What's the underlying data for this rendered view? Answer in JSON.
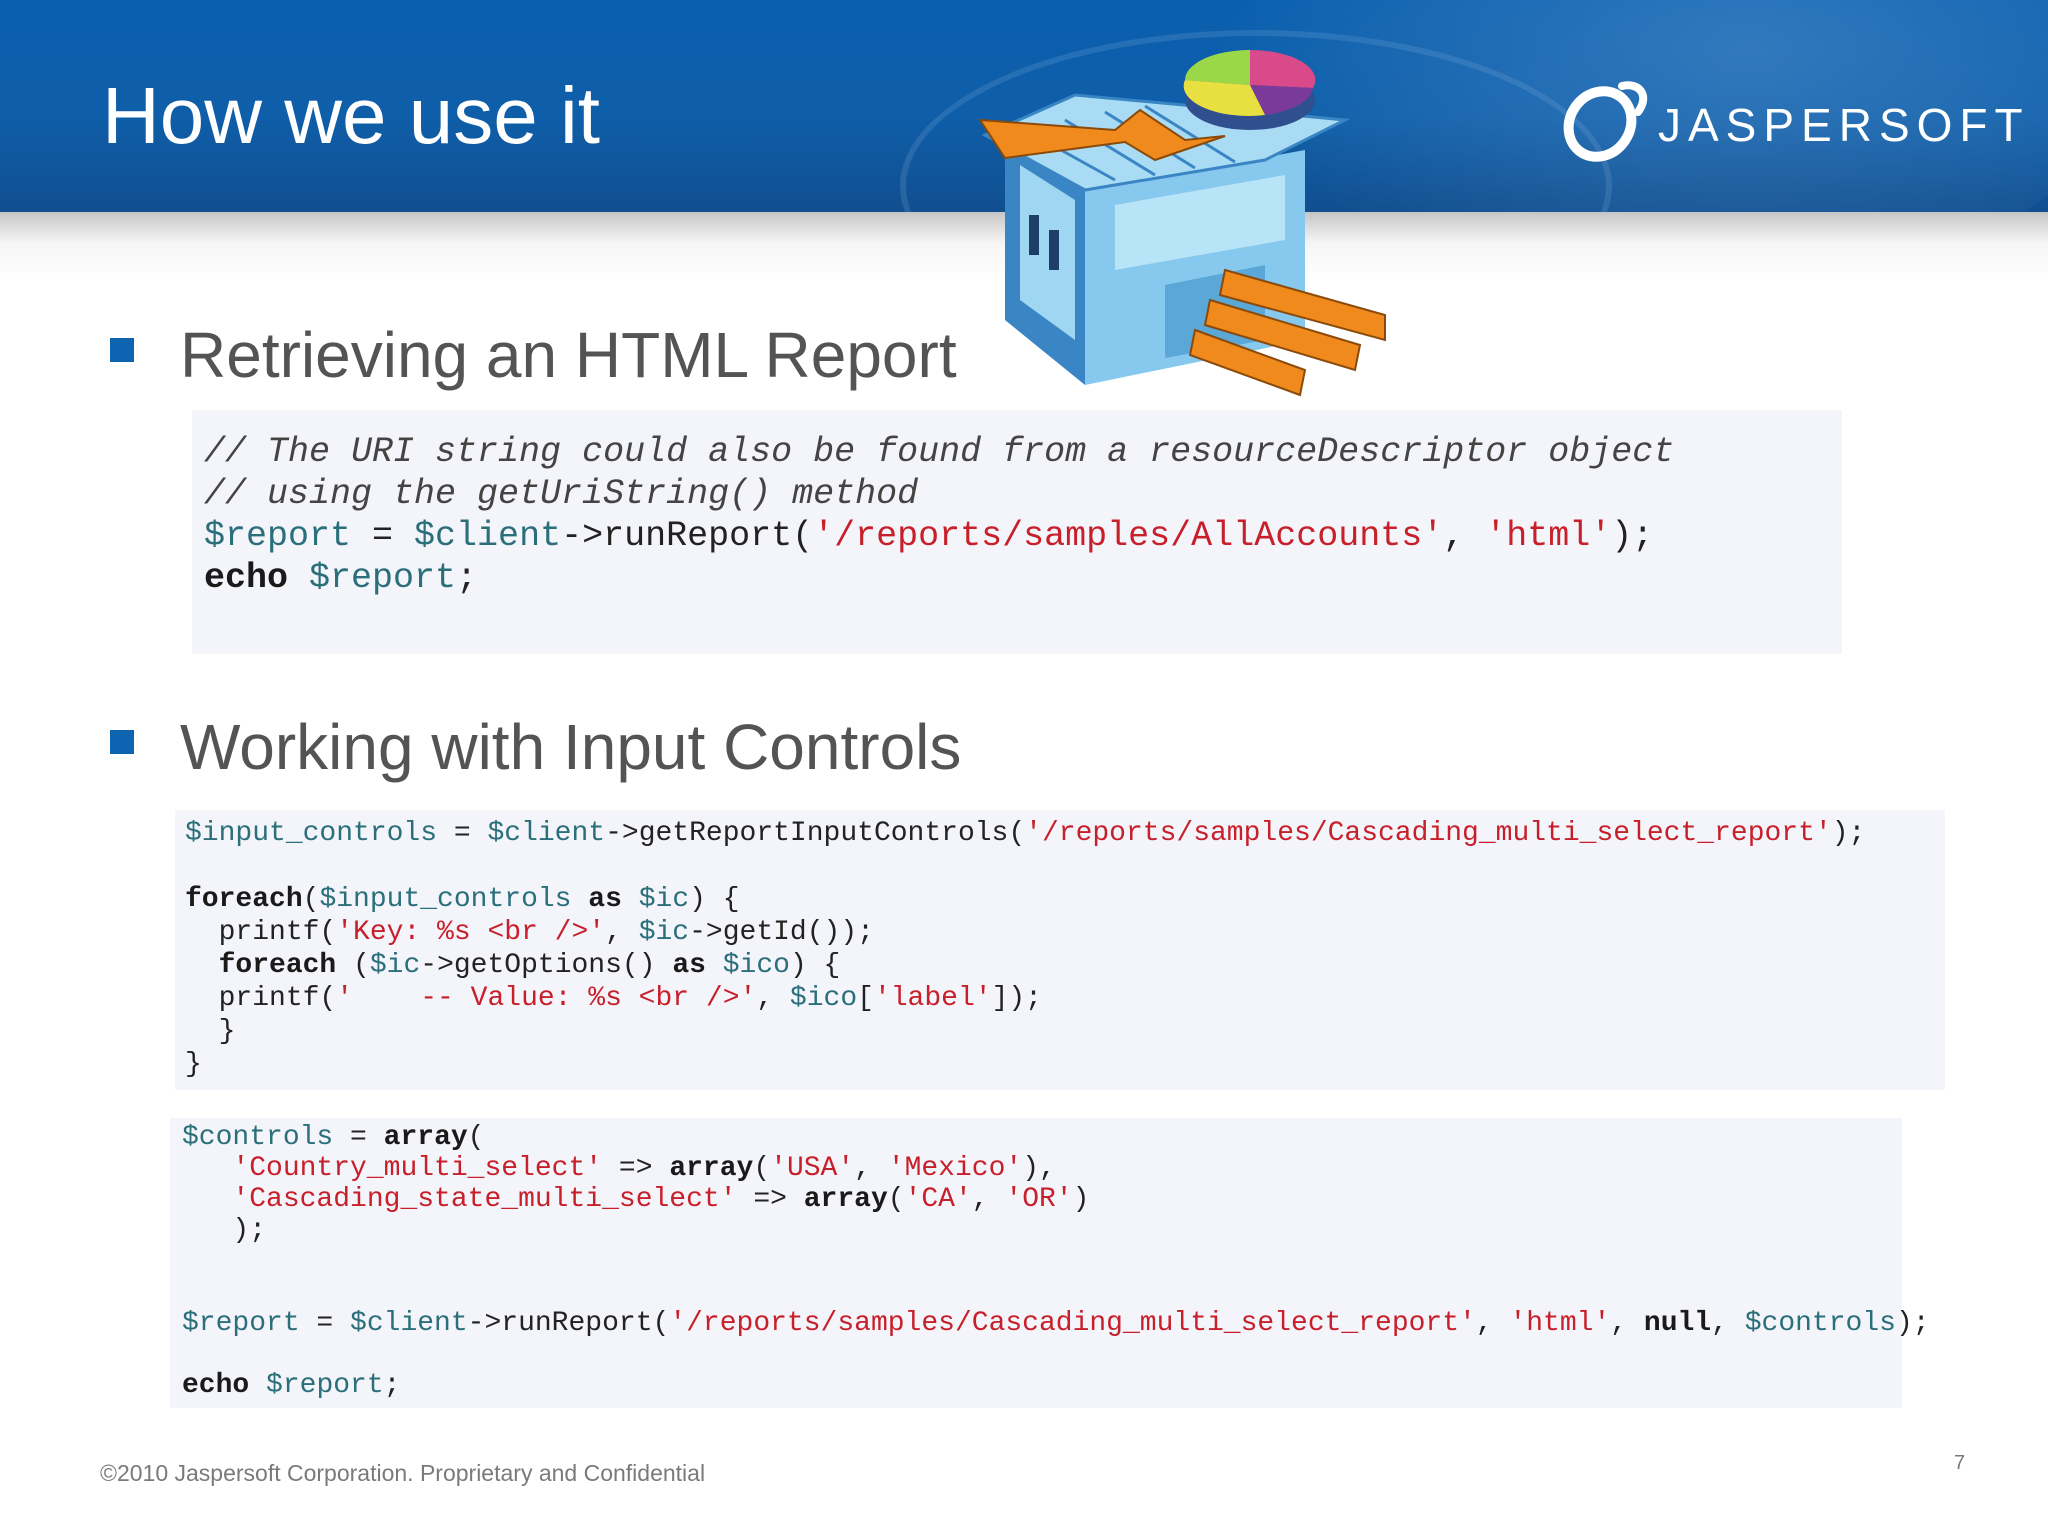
{
  "slide": {
    "title": "How we use it",
    "logo_text": "JASPERSOFT",
    "bullets": [
      {
        "label": "Retrieving an HTML Report"
      },
      {
        "label": "Working with Input Controls"
      }
    ],
    "code_block_1": {
      "lines": [
        [
          {
            "t": "// The URI string could also be found from a resourceDescriptor object",
            "c": "cmt"
          }
        ],
        [
          {
            "t": "// using the getUriString() method",
            "c": "cmt"
          }
        ],
        [
          {
            "t": "$report",
            "c": "var"
          },
          {
            "t": " = ",
            "c": "plain"
          },
          {
            "t": "$client",
            "c": "var"
          },
          {
            "t": "->runReport(",
            "c": "plain"
          },
          {
            "t": "'/reports/samples/AllAccounts'",
            "c": "str"
          },
          {
            "t": ", ",
            "c": "plain"
          },
          {
            "t": "'html'",
            "c": "str"
          },
          {
            "t": ");",
            "c": "plain"
          }
        ],
        [
          {
            "t": "echo",
            "c": "kw"
          },
          {
            "t": " ",
            "c": "plain"
          },
          {
            "t": "$report",
            "c": "var"
          },
          {
            "t": ";",
            "c": "plain"
          }
        ]
      ]
    },
    "code_block_2": {
      "lines": [
        [
          {
            "t": "$input_controls",
            "c": "var"
          },
          {
            "t": " = ",
            "c": "plain"
          },
          {
            "t": "$client",
            "c": "var"
          },
          {
            "t": "->getReportInputControls(",
            "c": "plain"
          },
          {
            "t": "'/reports/samples/Cascading_multi_select_report'",
            "c": "str"
          },
          {
            "t": ");",
            "c": "plain"
          }
        ],
        [],
        [
          {
            "t": "foreach",
            "c": "kw"
          },
          {
            "t": "(",
            "c": "plain"
          },
          {
            "t": "$input_controls",
            "c": "var"
          },
          {
            "t": " ",
            "c": "plain"
          },
          {
            "t": "as",
            "c": "kw"
          },
          {
            "t": " ",
            "c": "plain"
          },
          {
            "t": "$ic",
            "c": "var"
          },
          {
            "t": ") {",
            "c": "plain"
          }
        ],
        [
          {
            "t": "  printf(",
            "c": "plain"
          },
          {
            "t": "'Key: %s <br />'",
            "c": "str"
          },
          {
            "t": ", ",
            "c": "plain"
          },
          {
            "t": "$ic",
            "c": "var"
          },
          {
            "t": "->getId());",
            "c": "plain"
          }
        ],
        [
          {
            "t": "  ",
            "c": "plain"
          },
          {
            "t": "foreach",
            "c": "kw"
          },
          {
            "t": " (",
            "c": "plain"
          },
          {
            "t": "$ic",
            "c": "var"
          },
          {
            "t": "->getOptions() ",
            "c": "plain"
          },
          {
            "t": "as",
            "c": "kw"
          },
          {
            "t": " ",
            "c": "plain"
          },
          {
            "t": "$ico",
            "c": "var"
          },
          {
            "t": ") {",
            "c": "plain"
          }
        ],
        [
          {
            "t": "  printf(",
            "c": "plain"
          },
          {
            "t": "'    -- Value: %s <br />'",
            "c": "str"
          },
          {
            "t": ", ",
            "c": "plain"
          },
          {
            "t": "$ico",
            "c": "var"
          },
          {
            "t": "[",
            "c": "plain"
          },
          {
            "t": "'label'",
            "c": "str"
          },
          {
            "t": "]);",
            "c": "plain"
          }
        ],
        [
          {
            "t": "  }",
            "c": "plain"
          }
        ],
        [
          {
            "t": "}",
            "c": "plain"
          }
        ]
      ]
    },
    "code_block_3": {
      "lines": [
        [
          {
            "t": "$controls",
            "c": "var"
          },
          {
            "t": " = ",
            "c": "plain"
          },
          {
            "t": "array",
            "c": "kw"
          },
          {
            "t": "(",
            "c": "plain"
          }
        ],
        [
          {
            "t": "   ",
            "c": "plain"
          },
          {
            "t": "'Country_multi_select'",
            "c": "str"
          },
          {
            "t": " => ",
            "c": "plain"
          },
          {
            "t": "array",
            "c": "kw"
          },
          {
            "t": "(",
            "c": "plain"
          },
          {
            "t": "'USA'",
            "c": "str"
          },
          {
            "t": ", ",
            "c": "plain"
          },
          {
            "t": "'Mexico'",
            "c": "str"
          },
          {
            "t": "),",
            "c": "plain"
          }
        ],
        [
          {
            "t": "   ",
            "c": "plain"
          },
          {
            "t": "'Cascading_state_multi_select'",
            "c": "str"
          },
          {
            "t": " => ",
            "c": "plain"
          },
          {
            "t": "array",
            "c": "kw"
          },
          {
            "t": "(",
            "c": "plain"
          },
          {
            "t": "'CA'",
            "c": "str"
          },
          {
            "t": ", ",
            "c": "plain"
          },
          {
            "t": "'OR'",
            "c": "str"
          },
          {
            "t": ")",
            "c": "plain"
          }
        ],
        [
          {
            "t": "   );",
            "c": "plain"
          }
        ],
        [],
        [],
        [
          {
            "t": "$report",
            "c": "var"
          },
          {
            "t": " = ",
            "c": "plain"
          },
          {
            "t": "$client",
            "c": "var"
          },
          {
            "t": "->runReport(",
            "c": "plain"
          },
          {
            "t": "'/reports/samples/Cascading_multi_select_report'",
            "c": "str"
          },
          {
            "t": ", ",
            "c": "plain"
          },
          {
            "t": "'html'",
            "c": "str"
          },
          {
            "t": ", ",
            "c": "plain"
          },
          {
            "t": "null",
            "c": "kw"
          },
          {
            "t": ", ",
            "c": "plain"
          },
          {
            "t": "$controls",
            "c": "var"
          },
          {
            "t": ");",
            "c": "plain"
          }
        ],
        [],
        [
          {
            "t": "echo",
            "c": "kw"
          },
          {
            "t": " ",
            "c": "plain"
          },
          {
            "t": "$report",
            "c": "var"
          },
          {
            "t": ";",
            "c": "plain"
          }
        ]
      ]
    },
    "footer": "©2010 Jaspersoft Corporation. Proprietary and Confidential",
    "page_number": "7",
    "colors": {
      "header_blue": "#0f5ea9",
      "bullet_blue": "#0e64b0",
      "code_bg": "#f4f4fb",
      "string_red": "#c8202a",
      "variable_teal": "#2a6f7a"
    }
  }
}
